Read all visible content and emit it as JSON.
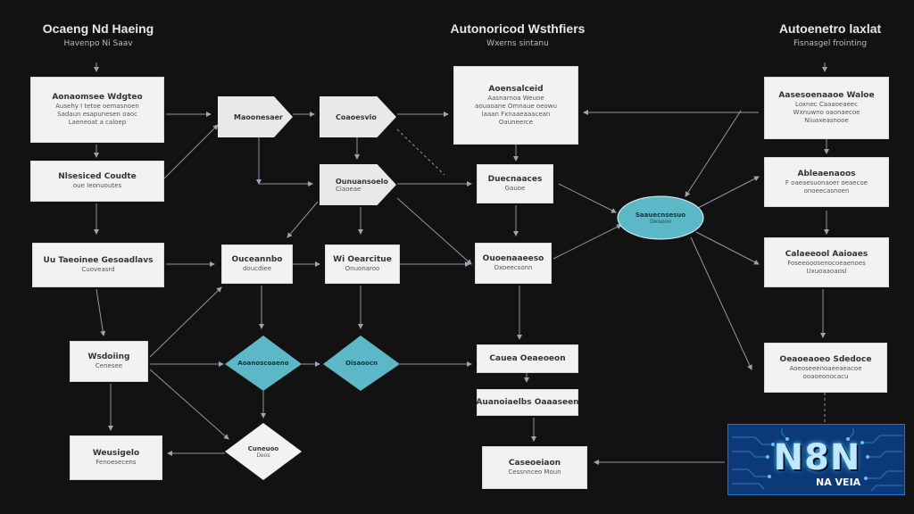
{
  "headers": [
    {
      "title": "Ocaeng Nd Haeing",
      "subtitle": "Havenpo Ni Saav"
    },
    {
      "title": "Autonoricod Wsthfiers",
      "subtitle": "Wxerns sintanu"
    },
    {
      "title": "Autoenetro laxlat",
      "subtitle": "Fisnasgel frointing"
    }
  ],
  "nodes": {
    "left_box_1": {
      "title": "Aonaomsee Wdgteo",
      "sub": [
        "Ausehy I tetoe oemasnoen",
        "Sadaun esapunesen oaoc",
        "Laeneoat a caloep"
      ]
    },
    "left_box_2": {
      "title": "Nlsesiced Coudte",
      "sub": [
        "oue Ieonuoutes"
      ]
    },
    "left_box_3": {
      "title": "Uu Taeoinee Gesoadlavs",
      "sub": [
        "Cuoveasrd"
      ]
    },
    "left_box_4": {
      "title": "Wsdoiing",
      "sub": [
        "Cenesee"
      ]
    },
    "left_box_5": {
      "title": "Weusigelo",
      "sub": [
        "Fenoesecens"
      ]
    },
    "arrow_node_1": {
      "title": "Maoonesaer"
    },
    "arrow_node_2": {
      "title": "Coaoesvio"
    },
    "arrow_node_3": {
      "title": "Ounuansoelo",
      "sub": "Ciaoeae"
    },
    "mid_box_a": {
      "title": "Ouceannbo",
      "sub": "doucdiee"
    },
    "mid_box_b": {
      "title": "Wi Oearcitue",
      "sub": "Onuonaroo"
    },
    "diamond_1": {
      "title": "Aoanoscoaeno"
    },
    "diamond_2": {
      "title": "Oisaoocn"
    },
    "diamond_3": {
      "title": "Cuneuoo",
      "sub": "Deos"
    },
    "center_box_top": {
      "title": "Aoensalceid",
      "sub": [
        "Aasnarnoa Weuoe",
        "aouaoane Omnaue oeowu",
        "laaan Fxnaaeaaacean",
        "Oauneerce"
      ]
    },
    "center_box_1": {
      "title": "Duecnaaces",
      "sub": "Gauoe"
    },
    "center_box_2": {
      "title": "Ouoenaaeeso",
      "sub": "Oxoeecsonn"
    },
    "center_box_3": {
      "title": "Cauea Oeaeoeon"
    },
    "center_box_4": {
      "title": "Auanoiaelbs Oaaaseen"
    },
    "center_box_5": {
      "title": "Caseoeiaon",
      "sub": "Cessnnceo Moun"
    },
    "oval_hub": {
      "title": "Saauecnsesuo",
      "sub": "Deisooo"
    },
    "right_box_1": {
      "title": "Aasesoenaaoe Waloe",
      "sub": [
        "Loxnec Caaaoeaeec",
        "Wxnuwno oaonaecoe",
        "Niuaxeasnooe"
      ]
    },
    "right_box_2": {
      "title": "Ableaenaoos",
      "sub": [
        "F oaeaesuonaoer oeaecoe",
        "onoeecasnoen"
      ]
    },
    "right_box_3": {
      "title": "Calaeeool Aaioaes",
      "sub": [
        "Foseeooosenocoeaenoes",
        "Uxuoaaoaosl"
      ]
    },
    "right_box_4": {
      "title": "Oeaoeaoeo Sdedoce",
      "sub": [
        "Aoeoseeenoaeeaeacoe",
        "ooaoeonocacu"
      ]
    }
  },
  "logo": {
    "big": "N8N",
    "small": "NA VEIA"
  },
  "colors": {
    "background": "#121212",
    "node": "#f2f2f2",
    "accent": "#5cb8c6",
    "connector": "#9aa5b1",
    "logo_bg": "#0c3a78"
  }
}
